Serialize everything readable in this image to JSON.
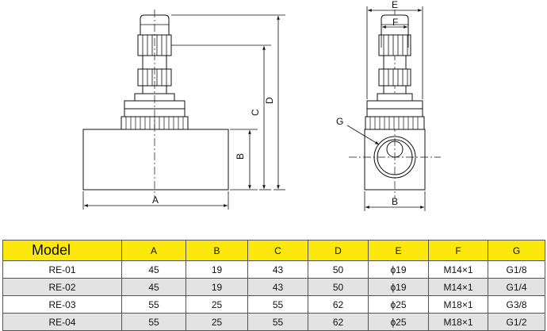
{
  "drawing": {
    "labels": {
      "a": "A",
      "b": "B",
      "c": "C",
      "d": "D",
      "e": "E",
      "f": "F",
      "g": "G",
      "b_side": "B"
    }
  },
  "table": {
    "headers": [
      "Model",
      "A",
      "B",
      "C",
      "D",
      "E",
      "F",
      "G"
    ],
    "rows": [
      [
        "RE-01",
        "45",
        "19",
        "43",
        "50",
        "ϕ19",
        "M14×1",
        "G1/8"
      ],
      [
        "RE-02",
        "45",
        "19",
        "43",
        "50",
        "ϕ19",
        "M14×1",
        "G1/4"
      ],
      [
        "RE-03",
        "55",
        "25",
        "55",
        "62",
        "ϕ25",
        "M18×1",
        "G3/8"
      ],
      [
        "RE-04",
        "55",
        "25",
        "55",
        "62",
        "ϕ25",
        "M18×1",
        "G1/2"
      ]
    ]
  }
}
